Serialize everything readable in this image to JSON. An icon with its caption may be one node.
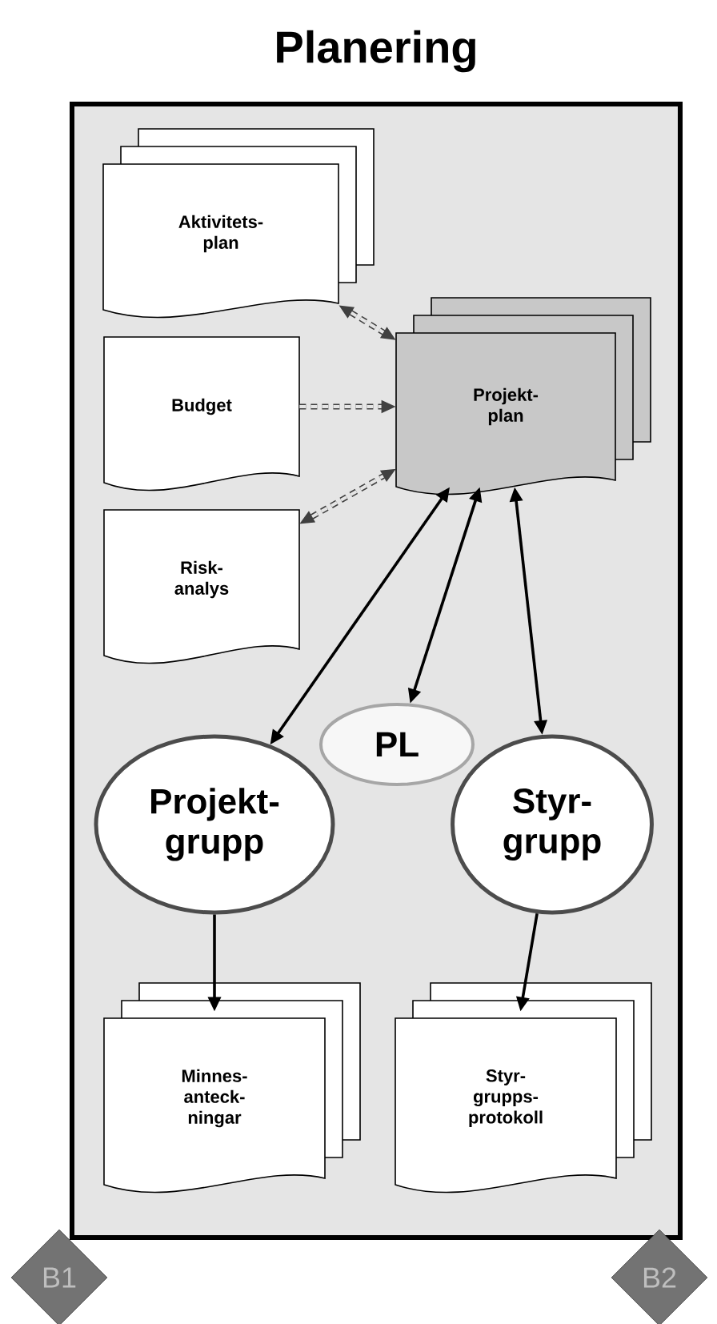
{
  "diagram": {
    "title": "Planering",
    "nodes": [
      {
        "text": [],
        "shape": "box"
      },
      {
        "text": [
          "Aktivitets- plan"
        ],
        "in": 0
      },
      {
        "text": [
          "Budget"
        ],
        "in": 0
      },
      {
        "text": [
          "Projekt- plan"
        ],
        "in": 0
      },
      {
        "text": [
          "Risk- analys"
        ],
        "in": 0
      },
      {
        "text": [
          "PL"
        ],
        "in": 0
      },
      {
        "text": [
          "Projekt- grupp"
        ],
        "in": 0
      },
      {
        "text": [
          "Styr- grupp"
        ],
        "in": 0
      },
      {
        "text": [
          "Minnes- anteck- ningar"
        ],
        "in": 0
      },
      {
        "text": [
          "Styr- grupps- protokoll"
        ],
        "in": 0
      },
      {
        "text": [
          "B1"
        ]
      },
      {
        "text": [
          "B2"
        ]
      }
    ],
    "edges": [
      {
        "from": 1,
        "to": 3,
        "arrow": "both",
        "style": "dashed"
      },
      {
        "from": 2,
        "to": 3,
        "arrow": "to",
        "style": "dashed"
      },
      {
        "from": 4,
        "to": 3,
        "arrow": "both",
        "style": "dashed"
      },
      {
        "from": 3,
        "to": 6,
        "arrow": "both"
      },
      {
        "from": 3,
        "to": 5,
        "arrow": "both"
      },
      {
        "from": 3,
        "to": 7,
        "arrow": "both"
      },
      {
        "from": 6,
        "to": 8,
        "arrow": "to"
      },
      {
        "from": 7,
        "to": 9,
        "arrow": "to"
      }
    ]
  }
}
